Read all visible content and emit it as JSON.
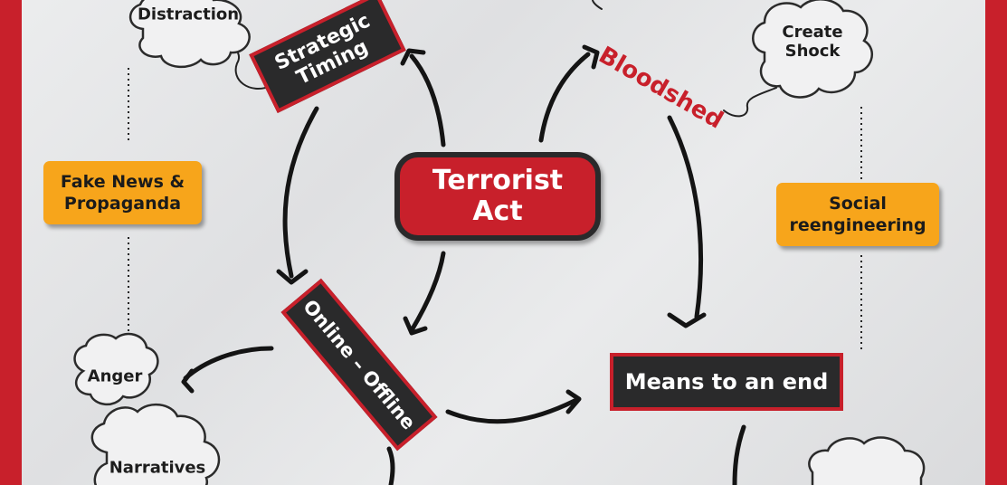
{
  "diagram": {
    "center": "Terrorist\nAct",
    "strategic_timing": "Strategic\nTiming",
    "bloodshed": "Bloodshed",
    "online_offline": "Online – Offline",
    "means_to_an_end": "Means to an end",
    "fake_news": "Fake News &\nPropaganda",
    "social_reengineering": "Social\nreengineering",
    "clouds": {
      "distraction": "Distraction",
      "create_shock": "Create\nShock",
      "anger": "Anger",
      "narratives": "Narratives"
    }
  },
  "colors": {
    "accent_red": "#c8202b",
    "dark_box": "#2a2a2b",
    "orange": "#f7a51b"
  }
}
